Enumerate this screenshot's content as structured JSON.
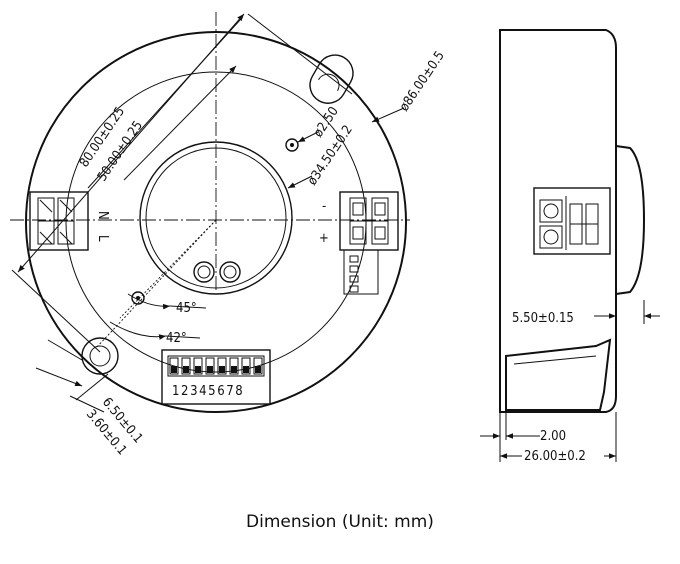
{
  "caption": "Dimension (Unit:  mm)",
  "front_view": {
    "dims": {
      "outer_dia": "ø86.00±0.5",
      "mount_hole_spacing": "80.00±0.25",
      "inner_spacing": "50.00±0.25",
      "screw_hole": "ø2.50",
      "center_dia": "ø34.50±0.2",
      "angle_45": "45°",
      "angle_42": "42°",
      "slot_width": "6.50±0.1",
      "slot_inner": "3.60±0.1"
    },
    "terminal_left": {
      "n_label": "N",
      "l_label": "L"
    },
    "terminal_right": {
      "minus_label": "-",
      "plus_label": "+"
    },
    "dip_switch_digits": "12345678"
  },
  "side_view": {
    "dims": {
      "protrusion": "5.50±0.15",
      "flange": "2.00",
      "total_height": "26.00±0.2"
    }
  }
}
